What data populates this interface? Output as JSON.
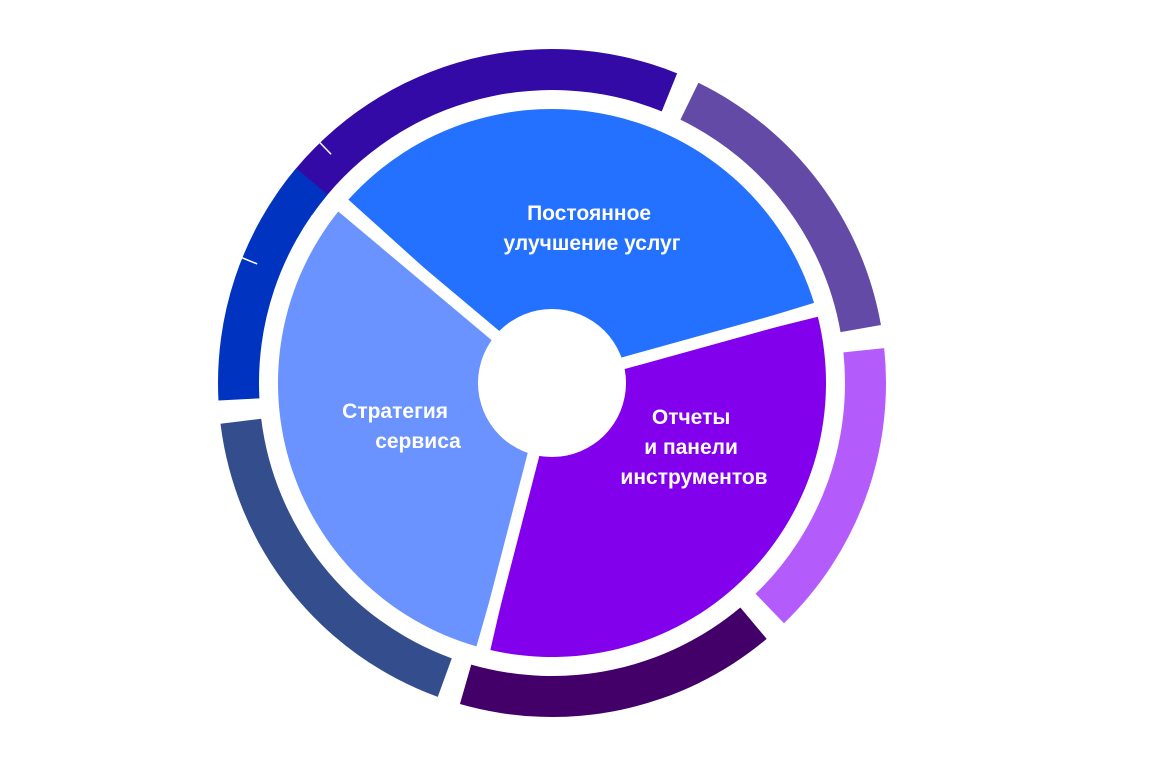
{
  "diagram": {
    "type": "segmented-cycle",
    "inner_segments": [
      {
        "id": "continuous-improvement",
        "lines": [
          "Постоянное",
          "улучшение услуг"
        ],
        "color": "#2571FF"
      },
      {
        "id": "reports-dashboards",
        "lines": [
          "Отчеты",
          "и панели",
          "инструментов"
        ],
        "color": "#8200EB"
      },
      {
        "id": "service-strategy",
        "lines": [
          "Стратегия",
          "сервиса"
        ],
        "color": "#6A93FF"
      }
    ],
    "outer_segments": [
      {
        "id": "outer-indigo",
        "color": "#330AA5"
      },
      {
        "id": "outer-lavender",
        "color": "#624AA6"
      },
      {
        "id": "outer-light-purple",
        "color": "#B45CFB"
      },
      {
        "id": "outer-dark-purple",
        "color": "#430068"
      },
      {
        "id": "outer-slate",
        "color": "#344D8C"
      },
      {
        "id": "outer-royal-blue",
        "color": "#0034C0"
      }
    ],
    "background": "#FFFFFF"
  }
}
